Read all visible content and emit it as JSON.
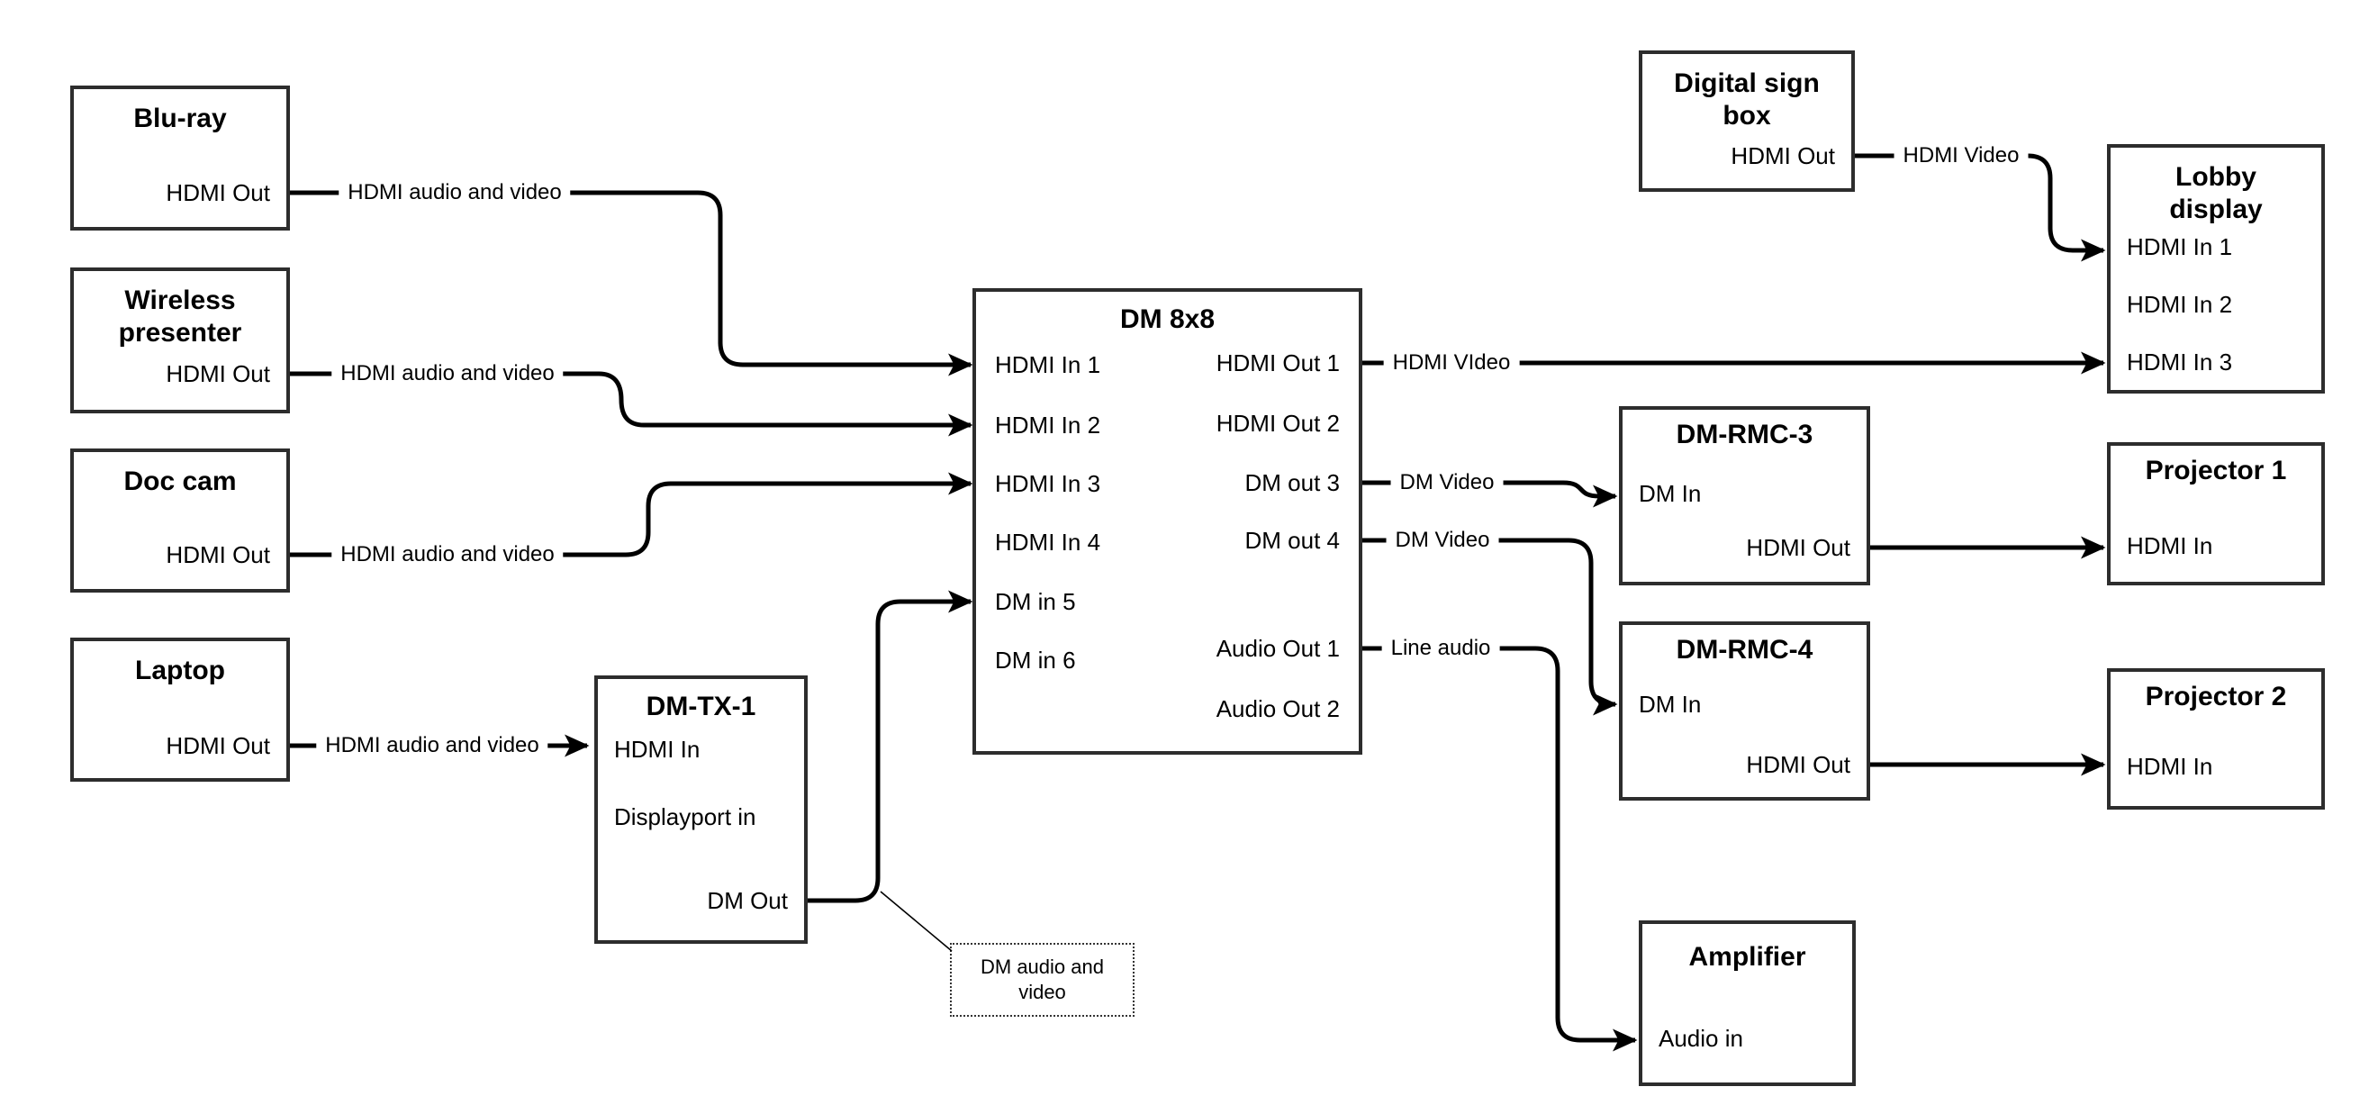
{
  "diagram": {
    "colors": {
      "line": "#000000",
      "box_border": "#2d2d2d",
      "background": "#ffffff",
      "text": "#000000"
    },
    "nodes": [
      {
        "id": "bluray",
        "title": "Blu-ray",
        "ports": [
          {
            "id": "hdmi_out",
            "label": "HDMI Out"
          }
        ]
      },
      {
        "id": "wireless",
        "title": "Wireless presenter",
        "ports": [
          {
            "id": "hdmi_out",
            "label": "HDMI Out"
          }
        ]
      },
      {
        "id": "doccam",
        "title": "Doc cam",
        "ports": [
          {
            "id": "hdmi_out",
            "label": "HDMI Out"
          }
        ]
      },
      {
        "id": "laptop",
        "title": "Laptop",
        "ports": [
          {
            "id": "hdmi_out",
            "label": "HDMI Out"
          }
        ]
      },
      {
        "id": "dmtx1",
        "title": "DM-TX-1",
        "ports": [
          {
            "id": "hdmi_in",
            "label": "HDMI In"
          },
          {
            "id": "displayport_in",
            "label": "Displayport in"
          },
          {
            "id": "dm_out",
            "label": "DM Out"
          }
        ]
      },
      {
        "id": "dm8x8",
        "title": "DM 8x8",
        "ports": [
          {
            "id": "hdmi_in_1",
            "label": "HDMI In 1"
          },
          {
            "id": "hdmi_in_2",
            "label": "HDMI In 2"
          },
          {
            "id": "hdmi_in_3",
            "label": "HDMI In 3"
          },
          {
            "id": "hdmi_in_4",
            "label": "HDMI In 4"
          },
          {
            "id": "dm_in_5",
            "label": "DM in 5"
          },
          {
            "id": "dm_in_6",
            "label": "DM in 6"
          },
          {
            "id": "hdmi_out_1",
            "label": "HDMI Out 1"
          },
          {
            "id": "hdmi_out_2",
            "label": "HDMI Out 2"
          },
          {
            "id": "dm_out_3",
            "label": "DM out 3"
          },
          {
            "id": "dm_out_4",
            "label": "DM out 4"
          },
          {
            "id": "audio_out_1",
            "label": "Audio Out 1"
          },
          {
            "id": "audio_out_2",
            "label": "Audio Out 2"
          }
        ]
      },
      {
        "id": "signbox",
        "title": "Digital sign box",
        "ports": [
          {
            "id": "hdmi_out",
            "label": "HDMI Out"
          }
        ]
      },
      {
        "id": "lobby",
        "title": "Lobby display",
        "ports": [
          {
            "id": "hdmi_in_1",
            "label": "HDMI In 1"
          },
          {
            "id": "hdmi_in_2",
            "label": "HDMI In 2"
          },
          {
            "id": "hdmi_in_3",
            "label": "HDMI In 3"
          }
        ]
      },
      {
        "id": "rmc3",
        "title": "DM-RMC-3",
        "ports": [
          {
            "id": "dm_in",
            "label": "DM In"
          },
          {
            "id": "hdmi_out",
            "label": "HDMI Out"
          }
        ]
      },
      {
        "id": "proj1",
        "title": "Projector 1",
        "ports": [
          {
            "id": "hdmi_in",
            "label": "HDMI In"
          }
        ]
      },
      {
        "id": "rmc4",
        "title": "DM-RMC-4",
        "ports": [
          {
            "id": "dm_in",
            "label": "DM In"
          },
          {
            "id": "hdmi_out",
            "label": "HDMI Out"
          }
        ]
      },
      {
        "id": "proj2",
        "title": "Projector 2",
        "ports": [
          {
            "id": "hdmi_in",
            "label": "HDMI In"
          }
        ]
      },
      {
        "id": "amp",
        "title": "Amplifier",
        "ports": [
          {
            "id": "audio_in",
            "label": "Audio in"
          }
        ]
      }
    ],
    "edges": [
      {
        "from": "bluray.hdmi_out",
        "to": "dm8x8.hdmi_in_1",
        "label": "HDMI audio and video"
      },
      {
        "from": "wireless.hdmi_out",
        "to": "dm8x8.hdmi_in_2",
        "label": "HDMI audio and video"
      },
      {
        "from": "doccam.hdmi_out",
        "to": "dm8x8.hdmi_in_3",
        "label": "HDMI audio and video"
      },
      {
        "from": "laptop.hdmi_out",
        "to": "dmtx1.hdmi_in",
        "label": "HDMI audio and video"
      },
      {
        "from": "dmtx1.dm_out",
        "to": "dm8x8.dm_in_5"
      },
      {
        "from": "dm8x8.hdmi_out_1",
        "to": "lobby.hdmi_in_3",
        "label": "HDMI VIdeo"
      },
      {
        "from": "dm8x8.dm_out_3",
        "to": "rmc3.dm_in",
        "label": "DM Video"
      },
      {
        "from": "dm8x8.dm_out_4",
        "to": "rmc4.dm_in",
        "label": "DM Video"
      },
      {
        "from": "dm8x8.audio_out_1",
        "to": "amp.audio_in",
        "label": "Line audio"
      },
      {
        "from": "signbox.hdmi_out",
        "to": "lobby.hdmi_in_1",
        "label": "HDMI Video"
      },
      {
        "from": "rmc3.hdmi_out",
        "to": "proj1.hdmi_in"
      },
      {
        "from": "rmc4.hdmi_out",
        "to": "proj2.hdmi_in"
      }
    ],
    "annotation": {
      "text": "DM audio and video"
    }
  }
}
